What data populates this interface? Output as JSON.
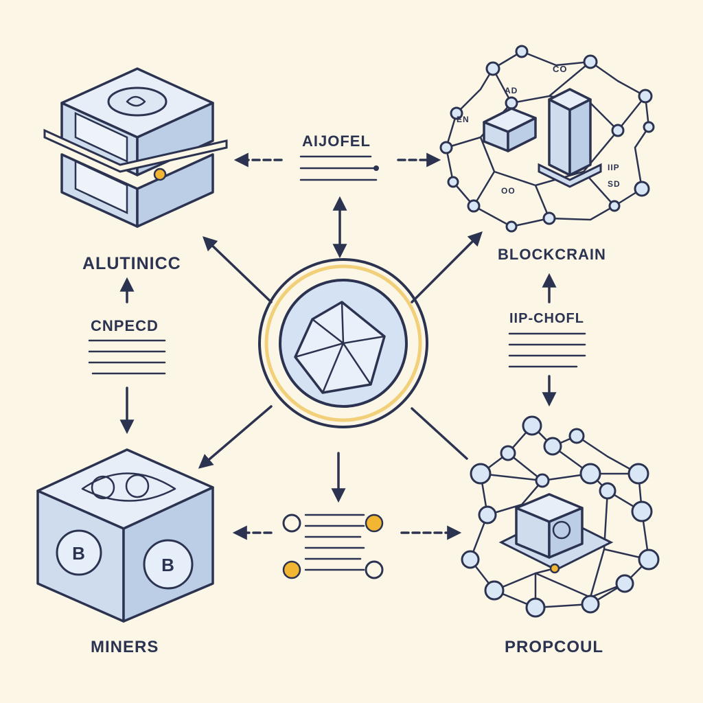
{
  "labels": {
    "top_left": "ALUTINICC",
    "top_right": "BLOCKCRAIN",
    "bottom_left": "MINERS",
    "bottom_right": "PROPCOUL",
    "top_center": "AIJOFEL",
    "left_middle": "CNPECD",
    "right_middle": "IIP-CHOFL"
  },
  "small_tags": {
    "t1": "CO",
    "t2": "AD",
    "t3": "EN",
    "t4": "IIP",
    "t5": "SD",
    "t6": "OO"
  },
  "coin_letters": {
    "b1": "B",
    "b2": "B"
  },
  "colors": {
    "background": "#fbf6e6",
    "ink": "#2b3350",
    "fill_light": "#d9e6f5",
    "accent": "#f2b632"
  }
}
